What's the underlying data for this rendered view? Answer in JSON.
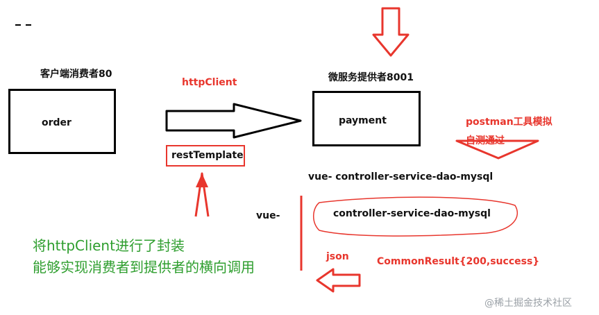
{
  "diagram": {
    "consumer_title": "客户端消费者80",
    "consumer_box": "order",
    "httpclient_label": "httpClient",
    "resttemplate_label": "restTemplate",
    "provider_title": "微服务提供者8001",
    "provider_box": "payment",
    "postman_line1": "postman工具模拟",
    "postman_line2": "自测通过",
    "chain_top": "vue- controller-service-dao-mysql",
    "vue_prefix": "vue-",
    "chain_oval": "controller-service-dao-mysql",
    "json_label": "json",
    "common_result": "CommonResult{200,success}",
    "note_line1": "将httpClient进行了封装",
    "note_line2": "能够实现消费者到提供者的横向调用",
    "watermark": "@稀土掘金技术社区",
    "colors": {
      "red": "#e8362d",
      "green": "#2e9e2e",
      "black": "#000000"
    }
  }
}
